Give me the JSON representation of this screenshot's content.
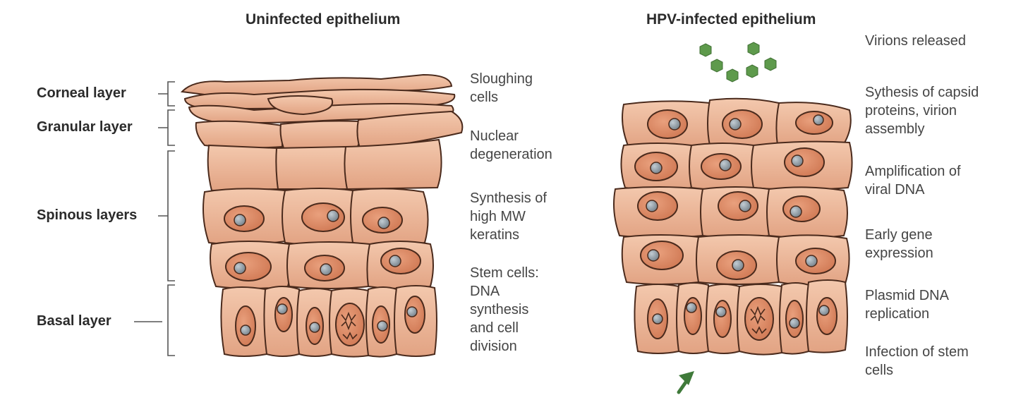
{
  "titles": {
    "left": "Uninfected epithelium",
    "right": "HPV-infected epithelium"
  },
  "layers": {
    "corneal": "Corneal layer",
    "granular": "Granular layer",
    "spinous": "Spinous layers",
    "basal": "Basal layer"
  },
  "left_annotations": {
    "sloughing": "Sloughing\ncells",
    "nuclear": "Nuclear\ndegeneration",
    "synthesis": "Synthesis of\nhigh MW\nkeratins",
    "stem": "Stem cells:\nDNA\nsynthesis\nand cell\ndivision"
  },
  "right_annotations": {
    "virions": "Virions released",
    "capsid": "Sythesis of capsid\nproteins, virion\nassembly",
    "amplification": "Amplification of\nviral DNA",
    "early": "Early gene\nexpression",
    "plasmid": "Plasmid DNA\nreplication",
    "infection": "Infection of stem\ncells"
  },
  "colors": {
    "cell_fill": "#eab295",
    "cell_stroke": "#4a2a1c",
    "nucleus_fill": "#d98a66",
    "nucleolus_fill": "#8e9aa3",
    "virion": "#5e9a4c",
    "arrow": "#3f7a3a"
  }
}
